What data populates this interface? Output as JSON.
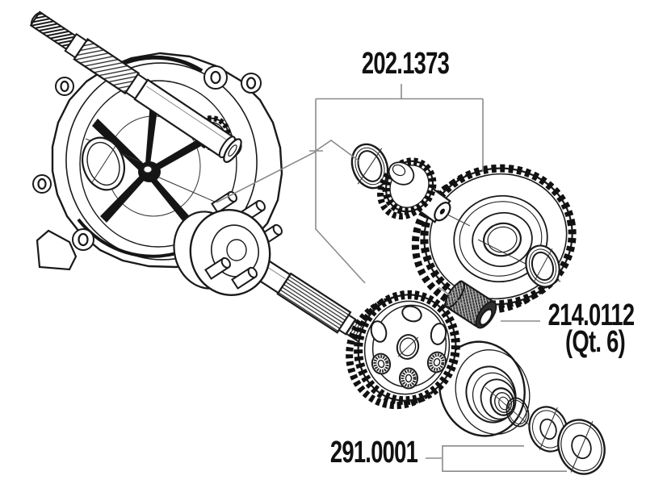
{
  "diagram": {
    "background": "#ffffff",
    "callouts": {
      "gear_kit": {
        "label": "202.1373"
      },
      "roller": {
        "label": "214.0112",
        "qty_note": "(Qt. 6)"
      },
      "washer_kit": {
        "label": "291.0001"
      }
    },
    "colors": {
      "line_art": "#1a1a1a",
      "callout_line": "#8a8a8a",
      "label_text": "#111111"
    }
  }
}
